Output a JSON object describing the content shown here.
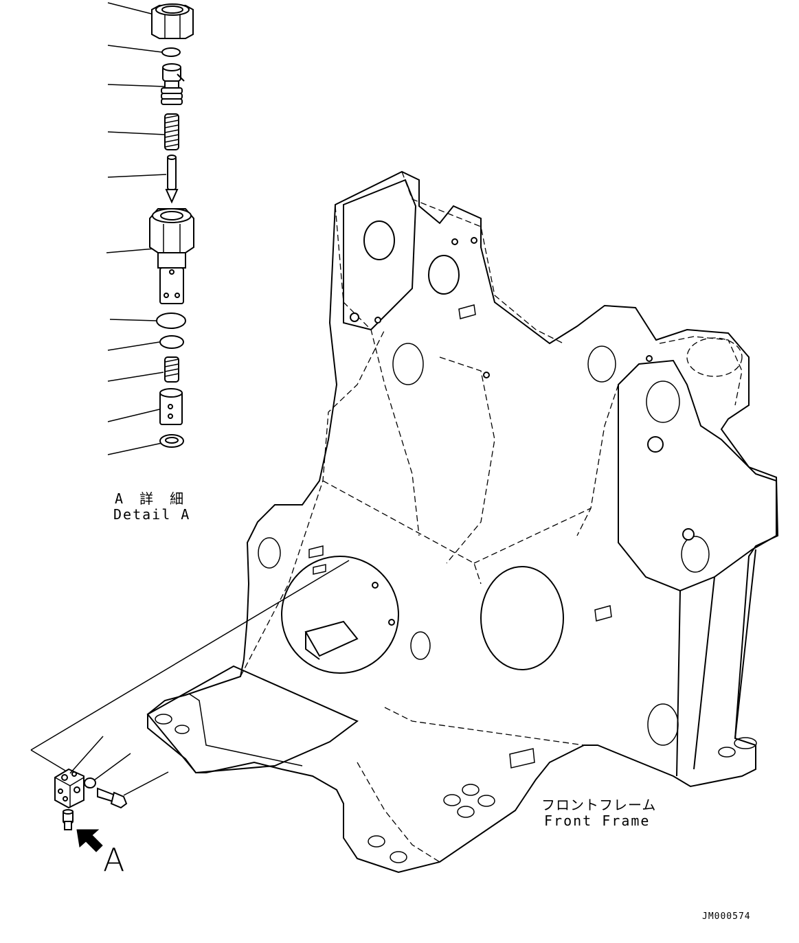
{
  "detail": {
    "caption_jp": "A 詳 細",
    "caption_en": "Detail A"
  },
  "frame": {
    "label_jp": "フロントフレーム",
    "label_en": "Front Frame"
  },
  "view_marker": "A",
  "drawing_code": "JM000574"
}
